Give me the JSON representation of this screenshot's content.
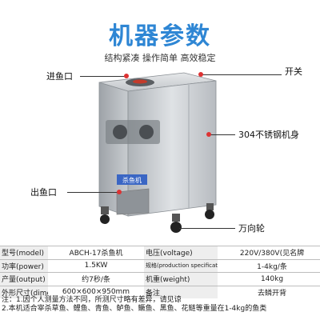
{
  "header": {
    "title": "机器参数",
    "subtitle": "结构紧凑 操作简单 高效稳定"
  },
  "callouts": {
    "inlet": "进鱼口",
    "switch": "开关",
    "body": "304不锈钢机身",
    "outlet": "出鱼口",
    "wheel": "万向轮"
  },
  "machine_label": "杀鱼机",
  "colors": {
    "title": "#2e86d4",
    "steel": "#c9cdd1",
    "marker": "#dd3333"
  },
  "specs": {
    "rows": [
      {
        "l1": "型号(model)",
        "v1": "ABCH-17杀鱼机",
        "l2": "电压(voltage)",
        "v2": "220V/380V(见名牌"
      },
      {
        "l1": "功率(power)",
        "v1": "1.5KW",
        "l2": "规格(production specification)",
        "v2": "1-4kg/条"
      },
      {
        "l1": "产量(output)",
        "v1": "约7秒/条",
        "l2": "机重(weight)",
        "v2": "140kg"
      },
      {
        "l1": "外形尺寸(dimensions)",
        "v1": "600×600×950mm",
        "l2": "备注",
        "v2": "去鳞开背"
      }
    ]
  },
  "notes": [
    "注：1.因个人测量方法不同，所测尺寸略有差异，请见谅",
    "2.本机适合宰杀草鱼、鲤鱼、青鱼、鲈鱼、鳜鱼、黑鱼、花鲢等重量在1-4kg的鱼类"
  ]
}
